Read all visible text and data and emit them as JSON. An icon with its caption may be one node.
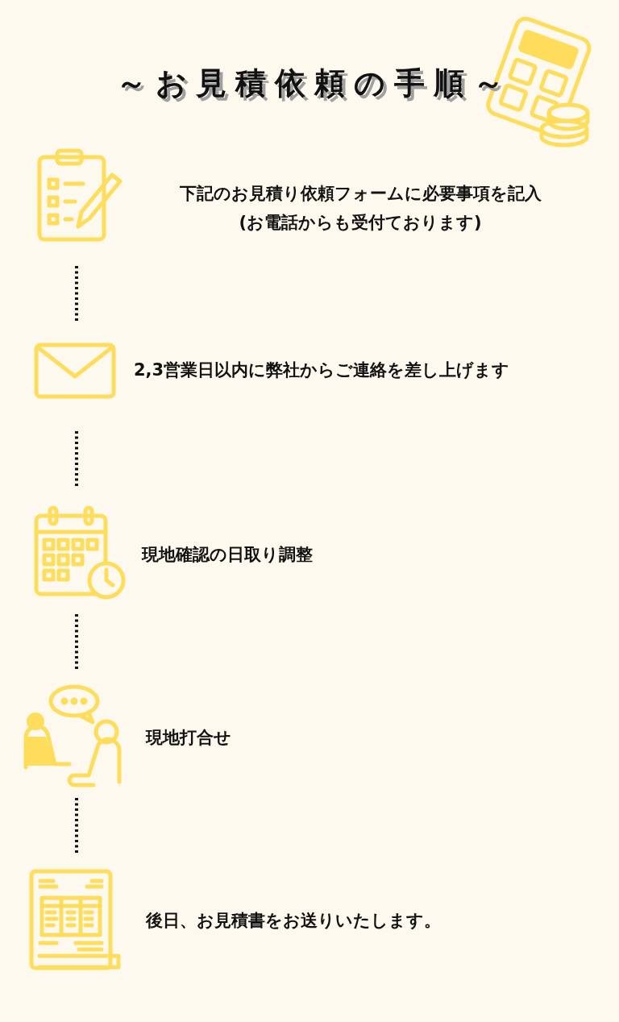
{
  "diagram": {
    "title": "～お見積依頼の手順～",
    "nodes": [
      {
        "text": [],
        "shape": "picture",
        "beside": [
          "下記のお見積り依頼フォームに必要事項を記入 (お電話からも受付ております)"
        ]
      },
      {
        "text": [],
        "shape": "picture",
        "beside": [
          "2,3営業日以内に弊社からご連絡を差し上げます"
        ]
      },
      {
        "text": [],
        "shape": "picture",
        "beside": [
          "現地確認の日取り調整"
        ]
      },
      {
        "text": [],
        "shape": "picture",
        "beside": [
          "現地打合せ"
        ]
      },
      {
        "text": [],
        "shape": "picture",
        "beside": [
          "後日、お見積書をお送りいたします。"
        ]
      }
    ],
    "edges": [
      {
        "from": 0,
        "to": 1,
        "arrow": "none"
      },
      {
        "from": 1,
        "to": 2,
        "arrow": "none"
      },
      {
        "from": 2,
        "to": 3,
        "arrow": "none"
      },
      {
        "from": 3,
        "to": 4,
        "arrow": "none"
      }
    ]
  }
}
